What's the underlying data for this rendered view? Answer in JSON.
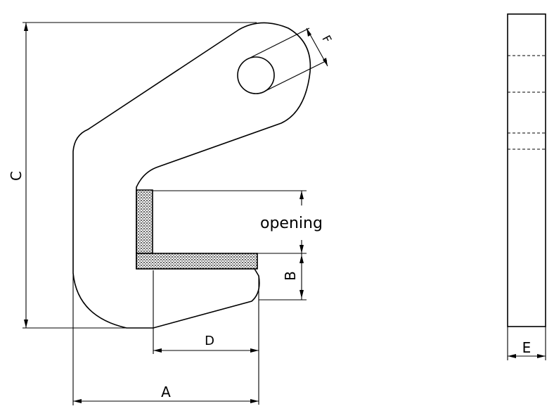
{
  "labels": {
    "A": "A",
    "B": "B",
    "C": "C",
    "D": "D",
    "E": "E",
    "F": "F",
    "opening": "opening"
  }
}
